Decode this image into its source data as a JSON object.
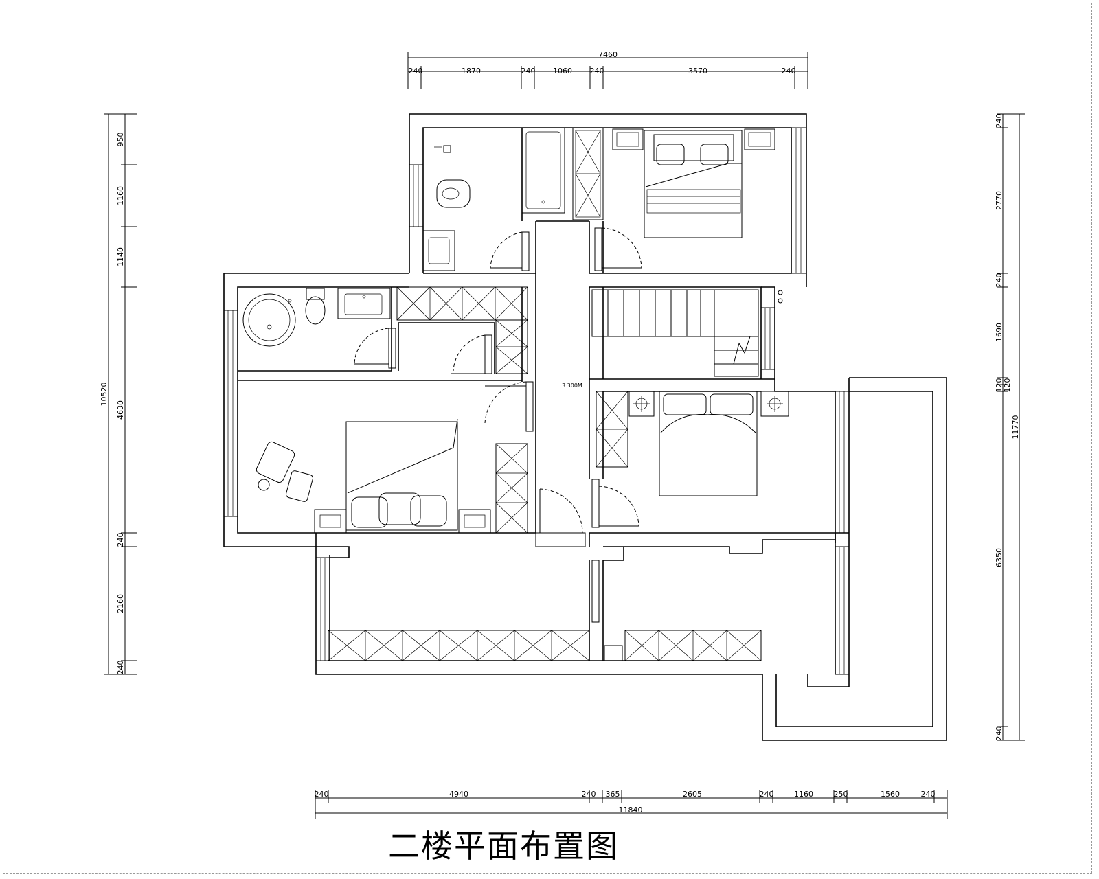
{
  "title": "二楼平面布置图",
  "stair_note": "3.300M",
  "dimensions": {
    "top_total": "7460",
    "top_segments": [
      "240",
      "1870",
      "240",
      "1060",
      "240",
      "3570",
      "240"
    ],
    "bottom_total": "11840",
    "bottom_segments": [
      "240",
      "4940",
      "240",
      "365",
      "2605",
      "240",
      "1160",
      "250",
      "1560",
      "240"
    ],
    "left_total": "10520",
    "left_segments": [
      "950",
      "1160",
      "1140",
      "4630",
      "240",
      "2160",
      "240"
    ],
    "right_total": "11770",
    "right_segments": [
      "240",
      "2770",
      "240",
      "1690",
      "120",
      "120",
      "6350",
      "240"
    ]
  }
}
